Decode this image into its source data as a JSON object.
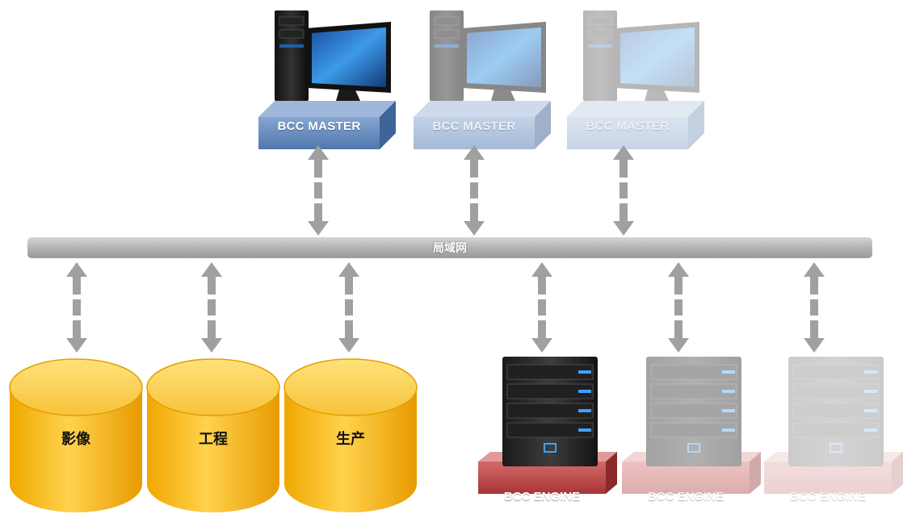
{
  "network": {
    "label": "局域网"
  },
  "masters": [
    {
      "label": "BCC MASTER"
    },
    {
      "label": "BCC MASTER"
    },
    {
      "label": "BCC MASTER"
    }
  ],
  "storages": [
    {
      "label": "影像"
    },
    {
      "label": "工程"
    },
    {
      "label": "生产"
    }
  ],
  "engines": [
    {
      "label": "BCC ENGINE"
    },
    {
      "label": "BCC ENGINE"
    },
    {
      "label": "BCC ENGINE"
    }
  ],
  "colors": {
    "lan_bar": "#b4b4b4",
    "arrow": "#a0a0a0",
    "master_base": "#5f86bb",
    "engine_base": "#c44a4a",
    "storage": "#f2b21c",
    "monitor_screen": "#2f7fd6"
  }
}
